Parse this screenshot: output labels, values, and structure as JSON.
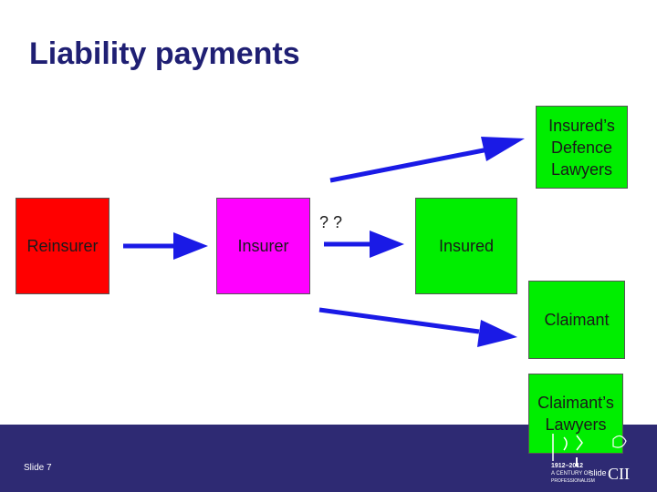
{
  "slide": {
    "title": "Liability payments",
    "slide_number": "Slide 7",
    "question_mark_label": "? ?"
  },
  "nodes": {
    "reinsurer": {
      "label": "Reinsurer",
      "color": "#ff0000"
    },
    "insurer": {
      "label": "Insurer",
      "color": "#ff00ff"
    },
    "insured": {
      "label": "Insured",
      "color": "#00ee00"
    },
    "defence_lawyers": {
      "label": "Insured’s\nDefence\nLawyers",
      "color": "#00ee00"
    },
    "claimant": {
      "label": "Claimant",
      "color": "#00ee00"
    },
    "claimant_lawyers": {
      "label": "Claimant’s\nLawyers",
      "color": "#00ee00"
    }
  },
  "arrow_color": "#1a1ae6",
  "footer": {
    "background": "#2e2a73",
    "logo_years": "1912–2012",
    "logo_tagline": "A CENTURY OF",
    "logo_subline": "PROFESSIONALISM",
    "logo_mark": "CII",
    "logo_slide_text": "slide"
  }
}
